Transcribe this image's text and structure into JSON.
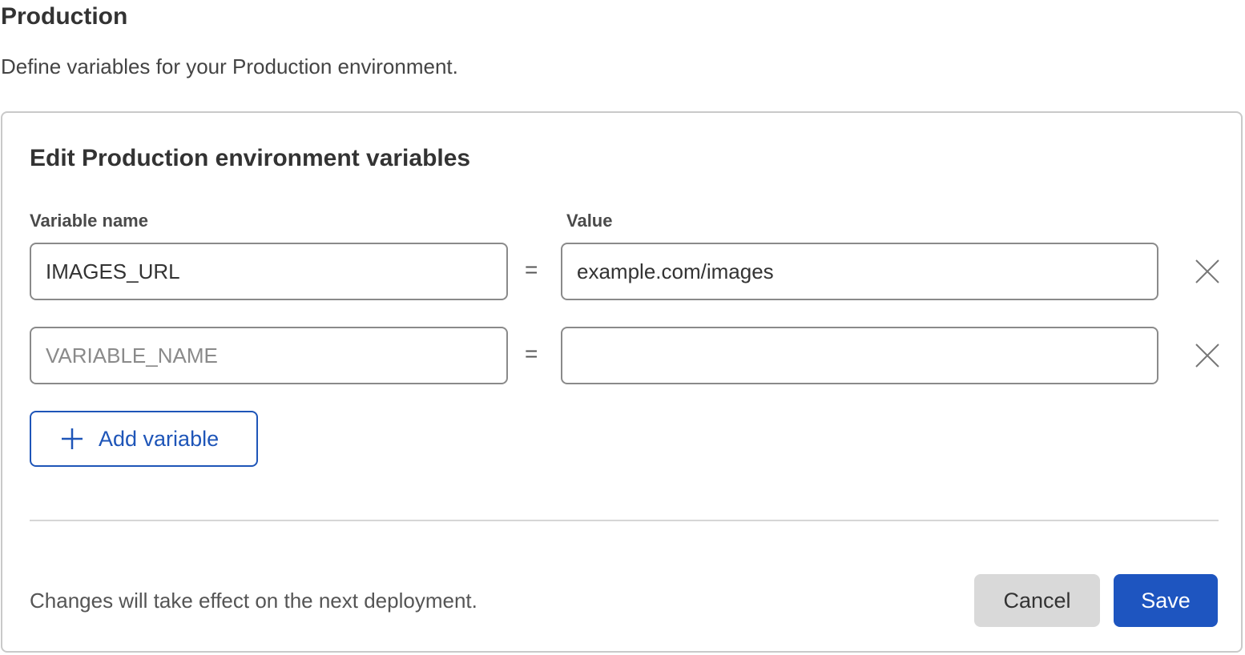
{
  "header": {
    "title": "Production",
    "subtitle": "Define variables for your Production environment."
  },
  "card": {
    "title": "Edit Production environment variables",
    "columns": {
      "name_label": "Variable name",
      "value_label": "Value"
    },
    "rows": [
      {
        "name": "IMAGES_URL",
        "name_placeholder": "VARIABLE_NAME",
        "value": "example.com/images",
        "value_placeholder": "",
        "separator": "="
      },
      {
        "name": "",
        "name_placeholder": "VARIABLE_NAME",
        "value": "",
        "value_placeholder": "",
        "separator": "="
      }
    ],
    "add_button_label": "Add variable",
    "footer_note": "Changes will take effect on the next deployment.",
    "cancel_label": "Cancel",
    "save_label": "Save"
  },
  "icons": {
    "add": "plus-icon",
    "remove": "close-icon"
  },
  "colors": {
    "accent": "#1e55c0",
    "cancel_bg": "#d9d9d9",
    "border": "#8a8a8a"
  }
}
